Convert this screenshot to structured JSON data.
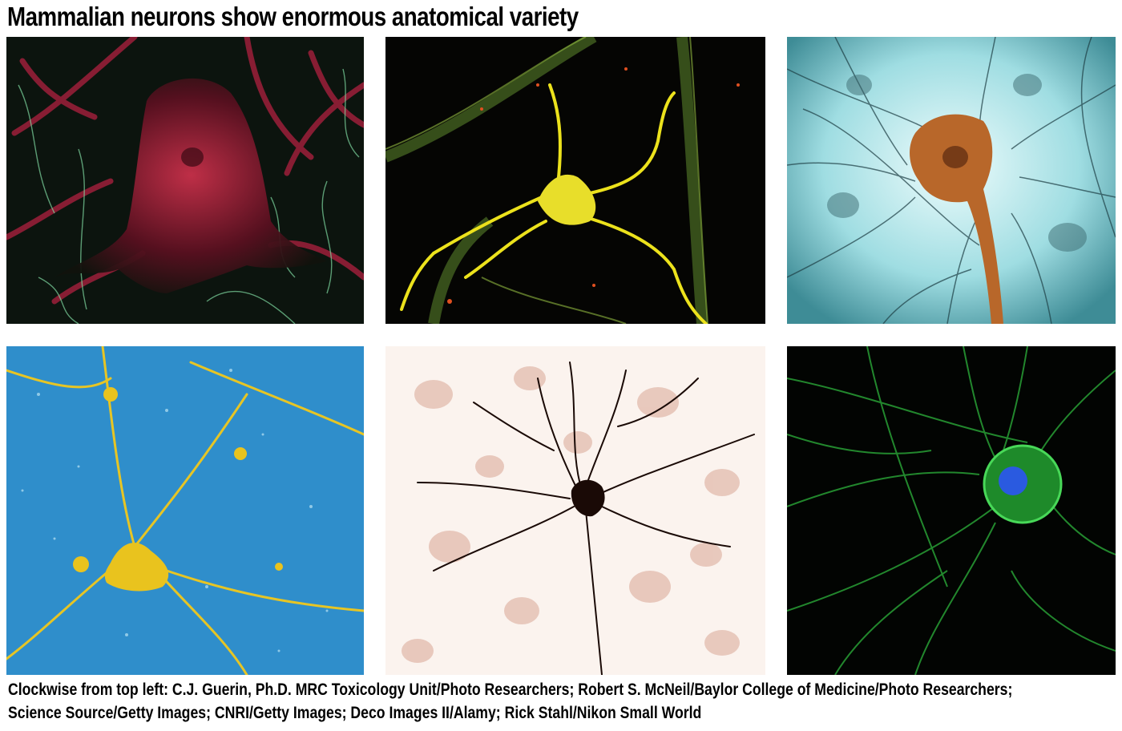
{
  "title": "Mammalian neurons show enormous anatomical variety",
  "panels": [
    {
      "icon": "red-fluorescent-pyramidal-neuron-image",
      "colors": {
        "background": "#0a1a10",
        "cell": "#e0405a",
        "fibers": "#8fe6b0"
      }
    },
    {
      "icon": "yellow-fluorescent-cultured-neuron-image",
      "colors": {
        "background": "#050503",
        "cell": "#e8e020",
        "fibers": "#6e9a3a"
      }
    },
    {
      "icon": "orange-stained-neuron-cyan-background-image",
      "colors": {
        "background": "#bfeef0",
        "cell": "#b86a2a",
        "fibers": "#1a3a40"
      }
    },
    {
      "icon": "yellow-neuron-blue-background-micrograph-image",
      "colors": {
        "background": "#2f8ecb",
        "cell": "#e9c31e"
      }
    },
    {
      "icon": "black-golgi-stained-neuron-image",
      "colors": {
        "background": "#fbf3ee",
        "cell": "#1a0a06",
        "blobs": "#d8a090"
      }
    },
    {
      "icon": "green-fluorescent-neuron-blue-nucleus-image",
      "colors": {
        "background": "#020402",
        "cell": "#30c040",
        "nucleus": "#2a5ae0"
      }
    }
  ],
  "credit": {
    "line1": "Clockwise from top left: C.J. Guerin, Ph.D. MRC Toxicology Unit/Photo Researchers; Robert S. McNeil/Baylor College of Medicine/Photo Researchers;",
    "line2": "Science Source/Getty Images; CNRI/Getty Images; Deco Images II/Alamy; Rick Stahl/Nikon Small World"
  }
}
